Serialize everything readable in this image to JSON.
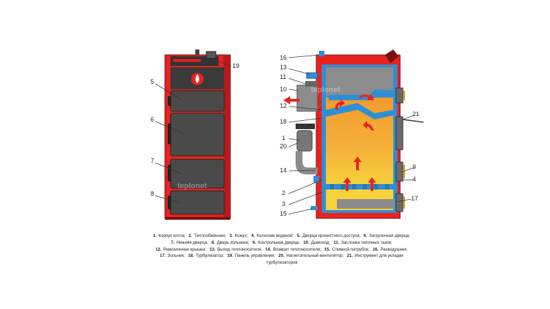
{
  "left_view": {
    "callouts": [
      {
        "num": "5"
      },
      {
        "num": "6"
      },
      {
        "num": "7"
      },
      {
        "num": "8"
      },
      {
        "num": "19"
      }
    ]
  },
  "right_view": {
    "callouts": [
      {
        "num": "16"
      },
      {
        "num": "13"
      },
      {
        "num": "11"
      },
      {
        "num": "10"
      },
      {
        "num": "12"
      },
      {
        "num": "18"
      },
      {
        "num": "1"
      },
      {
        "num": "20"
      },
      {
        "num": "14"
      },
      {
        "num": "2"
      },
      {
        "num": "3"
      },
      {
        "num": "15"
      },
      {
        "num": "21"
      },
      {
        "num": "9"
      },
      {
        "num": "4"
      },
      {
        "num": "17"
      }
    ]
  },
  "watermark": "teplonet",
  "colors": {
    "red": "#e8231f",
    "dark_red": "#a8141a",
    "gray_door": "#4a4a4a",
    "gray_pipe": "#8c8c8c",
    "water_blue": "#2e8fd6",
    "fire_orange": "#f29a2e",
    "fire_yellow": "#f7d23a",
    "arrow_red": "#e8231f"
  },
  "legend": [
    [
      {
        "num": "1.",
        "text": " Корпус котла;"
      },
      {
        "num": "2.",
        "text": " Теплообменник;"
      },
      {
        "num": "3.",
        "text": " Кожух;"
      },
      {
        "num": "4.",
        "text": " Колосник водяной;"
      },
      {
        "num": "5.",
        "text": " Дверца прочистного доступа;"
      },
      {
        "num": "6.",
        "text": " Загрузочная дверца;"
      }
    ],
    [
      {
        "num": "7.",
        "text": " Нижняя дверца;"
      },
      {
        "num": "8.",
        "text": " Дверь зольника;"
      },
      {
        "num": "9.",
        "text": " Контрольная дверца;"
      },
      {
        "num": "10.",
        "text": " Дымоход;"
      },
      {
        "num": "11.",
        "text": " Заслонка топочных газов;"
      }
    ],
    [
      {
        "num": "12.",
        "text": " Ревизионная крышка;"
      },
      {
        "num": "13.",
        "text": " Выход теплоносителя;"
      },
      {
        "num": "14.",
        "text": " Возврат теплоносителя;"
      },
      {
        "num": "15.",
        "text": " Сливной патрубок;"
      },
      {
        "num": "16.",
        "text": " Разводушник;"
      }
    ],
    [
      {
        "num": "17.",
        "text": " Зольник;"
      },
      {
        "num": "18.",
        "text": " Турбулизатор;"
      },
      {
        "num": "19.",
        "text": " Панель управления;"
      },
      {
        "num": "20.",
        "text": " Нагнетательный вентилятор;"
      },
      {
        "num": "21.",
        "text": " Инструмент для укладки"
      }
    ],
    [
      {
        "num": "",
        "text": "турбулизаторов"
      }
    ]
  ]
}
